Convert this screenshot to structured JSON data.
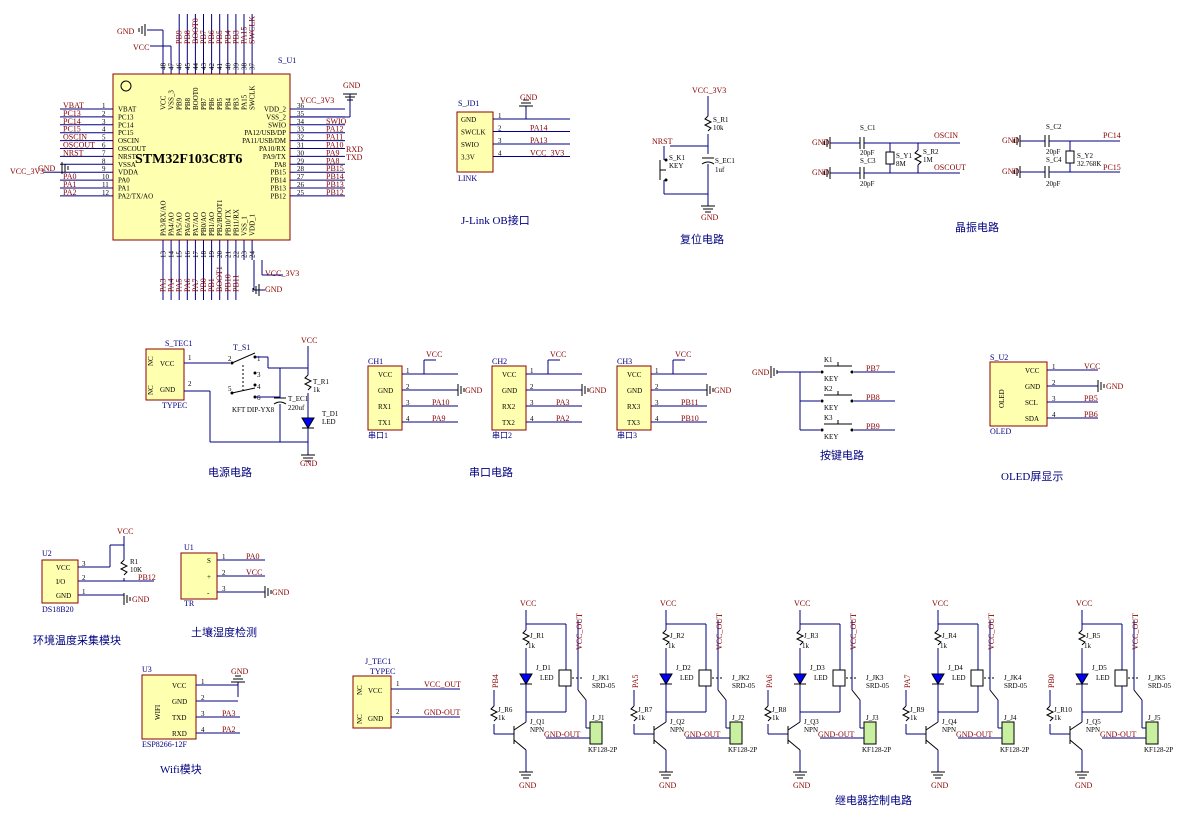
{
  "sections": {
    "jlink": "J-Link OB接口",
    "reset": "复位电路",
    "crystal": "晶振电路",
    "power": "电源电路",
    "uart": "串口电路",
    "keys": "按键电路",
    "oled": "OLED屏显示",
    "temp": "环境温度采集模块",
    "soil": "土壤湿度检测",
    "wifi": "Wifi模块",
    "relay": "继电器控制电路"
  },
  "mcu": {
    "ref": "S_U1",
    "part": "STM32F103C8T6",
    "left_pins": [
      {
        "num": "1",
        "name": "VBAT",
        "net": "VBAT"
      },
      {
        "num": "2",
        "name": "PC13",
        "net": "PC13"
      },
      {
        "num": "3",
        "name": "PC14",
        "net": "PC14"
      },
      {
        "num": "4",
        "name": "PC15",
        "net": "PC15"
      },
      {
        "num": "5",
        "name": "OSCIN",
        "net": "OSCIN"
      },
      {
        "num": "6",
        "name": "OSCOUT",
        "net": "OSCOUT"
      },
      {
        "num": "7",
        "name": "NRST",
        "net": "NRST"
      },
      {
        "num": "8",
        "name": "VSSA",
        "net": "GND"
      },
      {
        "num": "9",
        "name": "VDDA",
        "net": "VCC_3V3"
      },
      {
        "num": "10",
        "name": "PA0",
        "net": "PA0"
      },
      {
        "num": "11",
        "name": "PA1",
        "net": "PA1"
      },
      {
        "num": "12",
        "name": "PA2/TX/AO",
        "net": "PA2"
      }
    ],
    "right_pins": [
      {
        "num": "36",
        "name": "VDD_2",
        "net": "VCC_3V3"
      },
      {
        "num": "35",
        "name": "VSS_2",
        "net": ""
      },
      {
        "num": "34",
        "name": "SWIO",
        "net": "SWIO"
      },
      {
        "num": "33",
        "name": "PA12/USB/DP",
        "net": "PA12"
      },
      {
        "num": "32",
        "name": "PA11/USB/DM",
        "net": "PA11"
      },
      {
        "num": "31",
        "name": "PA10/RX",
        "net": "PA10"
      },
      {
        "num": "30",
        "name": "PA9/TX",
        "net": "PA9"
      },
      {
        "num": "29",
        "name": "PA8",
        "net": "PA8"
      },
      {
        "num": "28",
        "name": "PB15",
        "net": "PB15"
      },
      {
        "num": "27",
        "name": "PB14",
        "net": "PB14"
      },
      {
        "num": "26",
        "name": "PB13",
        "net": "PB13"
      },
      {
        "num": "25",
        "name": "PB12",
        "net": "PB12"
      }
    ],
    "rxd": "RXD",
    "txd": "TXD",
    "top_pins": [
      "VCC",
      "VSS_3",
      "PB9",
      "PB8",
      "BOOT0",
      "PB7",
      "PB6",
      "PB5",
      "PB4",
      "PB3",
      "PA15",
      "SWCLK"
    ],
    "top_nums": [
      "48",
      "47",
      "46",
      "45",
      "44",
      "43",
      "42",
      "41",
      "40",
      "39",
      "38",
      "37"
    ],
    "top_nets": [
      "",
      "",
      "PB9",
      "PB8",
      "BOOT0",
      "PB7",
      "PB6",
      "PB5",
      "PB4",
      "PB3",
      "PA15",
      "SWCLK"
    ],
    "bottom_pins": [
      "PA3/RX/AO",
      "PA4/AO",
      "PA5/AO",
      "PA6/AO",
      "PA7/AO",
      "PB0/AO",
      "PB1/AO",
      "PB2/BOOT1",
      "PB10/TX",
      "PB11/RX",
      "VSS_1",
      "VDD_1"
    ],
    "bottom_nums": [
      "13",
      "14",
      "15",
      "16",
      "17",
      "18",
      "19",
      "20",
      "21",
      "22",
      "23",
      "24"
    ],
    "bottom_nets": [
      "PA3",
      "PA4",
      "PA5",
      "PA6",
      "PA7",
      "PB0",
      "PB1",
      "BOOT1",
      "PB10",
      "PB11",
      "",
      ""
    ],
    "gnd": "GND",
    "vcc": "VCC",
    "vcc3v3": "VCC_3V3"
  },
  "jlink": {
    "ref": "S_JD1",
    "name": "LINK",
    "pins": [
      {
        "num": "1",
        "name": "GND",
        "net": "GND"
      },
      {
        "num": "2",
        "name": "SWCLK",
        "net": "PA14"
      },
      {
        "num": "3",
        "name": "SWIO",
        "net": "PA13"
      },
      {
        "num": "4",
        "name": "3.3V",
        "net": "VCC_3V3"
      }
    ]
  },
  "reset": {
    "vcc": "VCC_3V3",
    "r_ref": "S_R1",
    "r_val": "10k",
    "nrst": "NRST",
    "key_ref": "S_K1",
    "key_name": "KEY",
    "c_ref": "S_EC1",
    "c_val": "1uf",
    "gnd": "GND"
  },
  "crystal": {
    "c1": "S_C1",
    "c1v": "20pF",
    "c3": "S_C3",
    "c3v": "20pF",
    "y1": "S_Y1",
    "y1v": "8M",
    "r2": "S_R2",
    "r2v": "1M",
    "oscin": "OSCIN",
    "oscout": "OSCOUT",
    "c2": "S_C2",
    "c2v": "20pF",
    "c4": "S_C4",
    "c4v": "20pF",
    "y2": "S_Y2",
    "y2v": "32.768K",
    "pc14": "PC14",
    "pc15": "PC15",
    "gnd": "GND"
  },
  "power": {
    "ref": "S_TEC1",
    "type": "TYPEC",
    "nc": "NC",
    "vcc": "VCC",
    "gnd": "GND",
    "sw_ref": "T_S1",
    "sw_name": "KFT DIP-YX8",
    "r_ref": "T_R1",
    "r_val": "1k",
    "c_ref": "T_EC1",
    "c_val": "220uf",
    "d_ref": "T_D1",
    "d_name": "LED",
    "pin1": "1",
    "pin2": "2",
    "pin3": "3",
    "pin4": "4",
    "pin5": "5",
    "pin6": "6"
  },
  "uarts": [
    {
      "ref": "CH1",
      "name": "串口1",
      "pins": [
        "VCC",
        "GND",
        "RX1",
        "TX1"
      ],
      "nets": [
        "VCC",
        "GND",
        "PA10",
        "PA9"
      ]
    },
    {
      "ref": "CH2",
      "name": "串口2",
      "pins": [
        "VCC",
        "GND",
        "RX2",
        "TX2"
      ],
      "nets": [
        "VCC",
        "GND",
        "PA3",
        "PA2"
      ]
    },
    {
      "ref": "CH3",
      "name": "串口3",
      "pins": [
        "VCC",
        "GND",
        "RX3",
        "TX3"
      ],
      "nets": [
        "VCC",
        "GND",
        "PB11",
        "PB10"
      ]
    }
  ],
  "keys": {
    "gnd": "GND",
    "items": [
      {
        "ref": "K1",
        "name": "KEY",
        "net": "PB7"
      },
      {
        "ref": "K2",
        "name": "KEY",
        "net": "PB8"
      },
      {
        "ref": "K3",
        "name": "KEY",
        "net": "PB9"
      }
    ]
  },
  "oled": {
    "ref": "S_U2",
    "name": "OLED",
    "chip": "OLED",
    "pins": [
      "VCC",
      "GND",
      "SCL",
      "SDA"
    ],
    "nets": [
      "VCC",
      "GND",
      "PB5",
      "PB6"
    ]
  },
  "temp": {
    "ref": "U2",
    "name": "DS18B20",
    "pins": [
      "VCC",
      "I/O",
      "GND"
    ],
    "nums": [
      "3",
      "2",
      "1"
    ],
    "r_ref": "R1",
    "r_val": "10K",
    "vcc": "VCC",
    "net": "PB12",
    "gnd": "GND"
  },
  "soil": {
    "ref": "U1",
    "name": "TR",
    "pins": [
      "S",
      "+",
      "-"
    ],
    "nums": [
      "1",
      "2",
      "3"
    ],
    "nets": [
      "PA0",
      "VCC",
      "GND"
    ]
  },
  "wifi": {
    "ref": "U3",
    "name": "ESP8266-12F",
    "chip": "WIFI",
    "pins": [
      "VCC",
      "GND",
      "TXD",
      "RXD"
    ],
    "nums": [
      "1",
      "2",
      "3",
      "4"
    ],
    "nets": [
      "",
      "GND",
      "PA3",
      "PA2"
    ]
  },
  "typec2": {
    "ref": "J_TEC1",
    "type": "TYPEC",
    "nc": "NC",
    "vcc": "VCC",
    "gnd": "GND",
    "net1": "VCC_OUT",
    "net2": "GND-OUT"
  },
  "relays": [
    {
      "r1": "J_R1",
      "d": "J_D1",
      "jk": "J_JK1",
      "r2": "J_R6",
      "q": "J_Q1",
      "j": "J_J1",
      "in": "PB4"
    },
    {
      "r1": "J_R2",
      "d": "J_D2",
      "jk": "J_JK2",
      "r2": "J_R7",
      "q": "J_Q2",
      "j": "J_J2",
      "in": "PA5"
    },
    {
      "r1": "J_R3",
      "d": "J_D3",
      "jk": "J_JK3",
      "r2": "J_R8",
      "q": "J_Q3",
      "j": "J_J3",
      "in": "PA6"
    },
    {
      "r1": "J_R4",
      "d": "J_D4",
      "jk": "J_JK4",
      "r2": "J_R9",
      "q": "J_Q4",
      "j": "J_J4",
      "in": "PA7"
    },
    {
      "r1": "J_R5",
      "d": "J_D5",
      "jk": "J_JK5",
      "r2": "J_R10",
      "q": "J_Q5",
      "j": "J_J5",
      "in": "PB0"
    }
  ],
  "relay_common": {
    "vcc": "VCC",
    "vcc_out": "VCC_OUT",
    "gnd_out": "GND-OUT",
    "gnd": "GND",
    "rval": "1k",
    "led": "LED",
    "relay": "SRD-05",
    "npn": "NPN",
    "conn": "KF128-2P"
  }
}
